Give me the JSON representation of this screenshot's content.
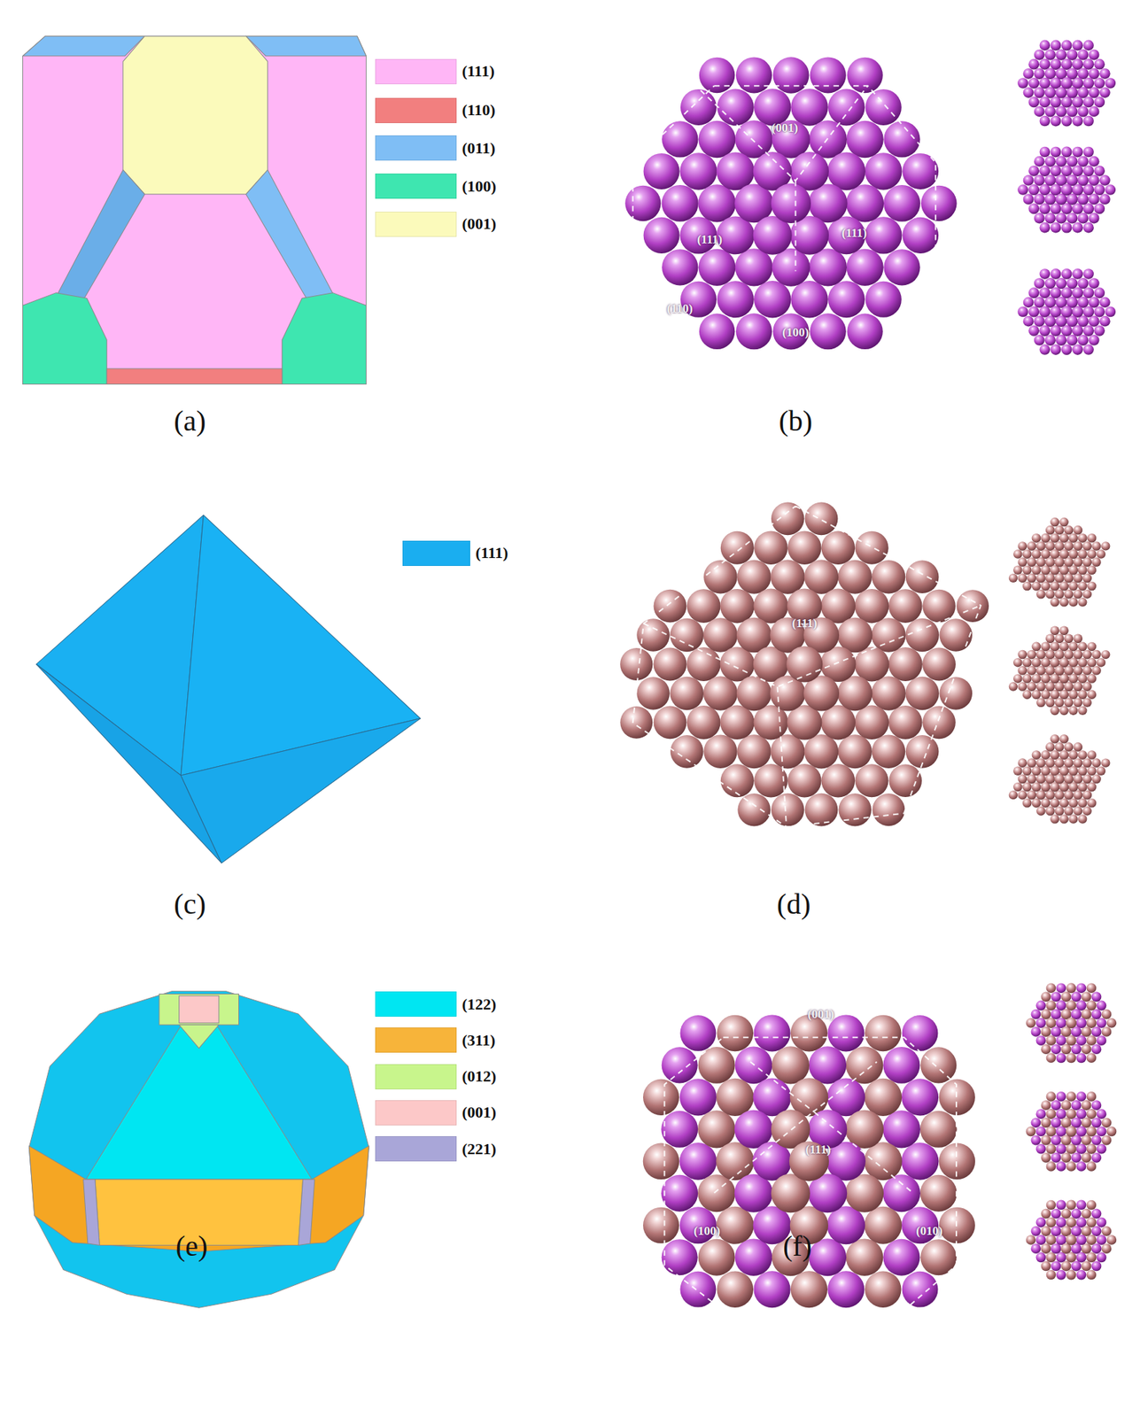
{
  "diagram": {
    "labels": [
      "(001)",
      "(111)",
      "(111)",
      "(110)",
      "(100)",
      "(a)",
      "(b)",
      "(111)",
      "(c)",
      "(d)",
      "(001)",
      "(111)",
      "(100)",
      "(010)",
      "(e)",
      "(f)"
    ],
    "legend": [
      {
        "text": "(111)",
        "color": "#ffb6f6"
      },
      {
        "text": "(110)",
        "color": "#f27f7f"
      },
      {
        "text": "(011)",
        "color": "#7fbef5"
      },
      {
        "text": "(100)",
        "color": "#3ee6b0"
      },
      {
        "text": "(001)",
        "color": "#fbfabb"
      },
      {
        "text": "(111)",
        "color": "#1aaef0"
      },
      {
        "text": "(122)",
        "color": "#00e6f2"
      },
      {
        "text": "(311)",
        "color": "#f7b43a"
      },
      {
        "text": "(012)",
        "color": "#c8f58c"
      },
      {
        "text": "(001)",
        "color": "#fcc8c8"
      },
      {
        "text": "(221)",
        "color": "#a9a6d8"
      }
    ]
  }
}
